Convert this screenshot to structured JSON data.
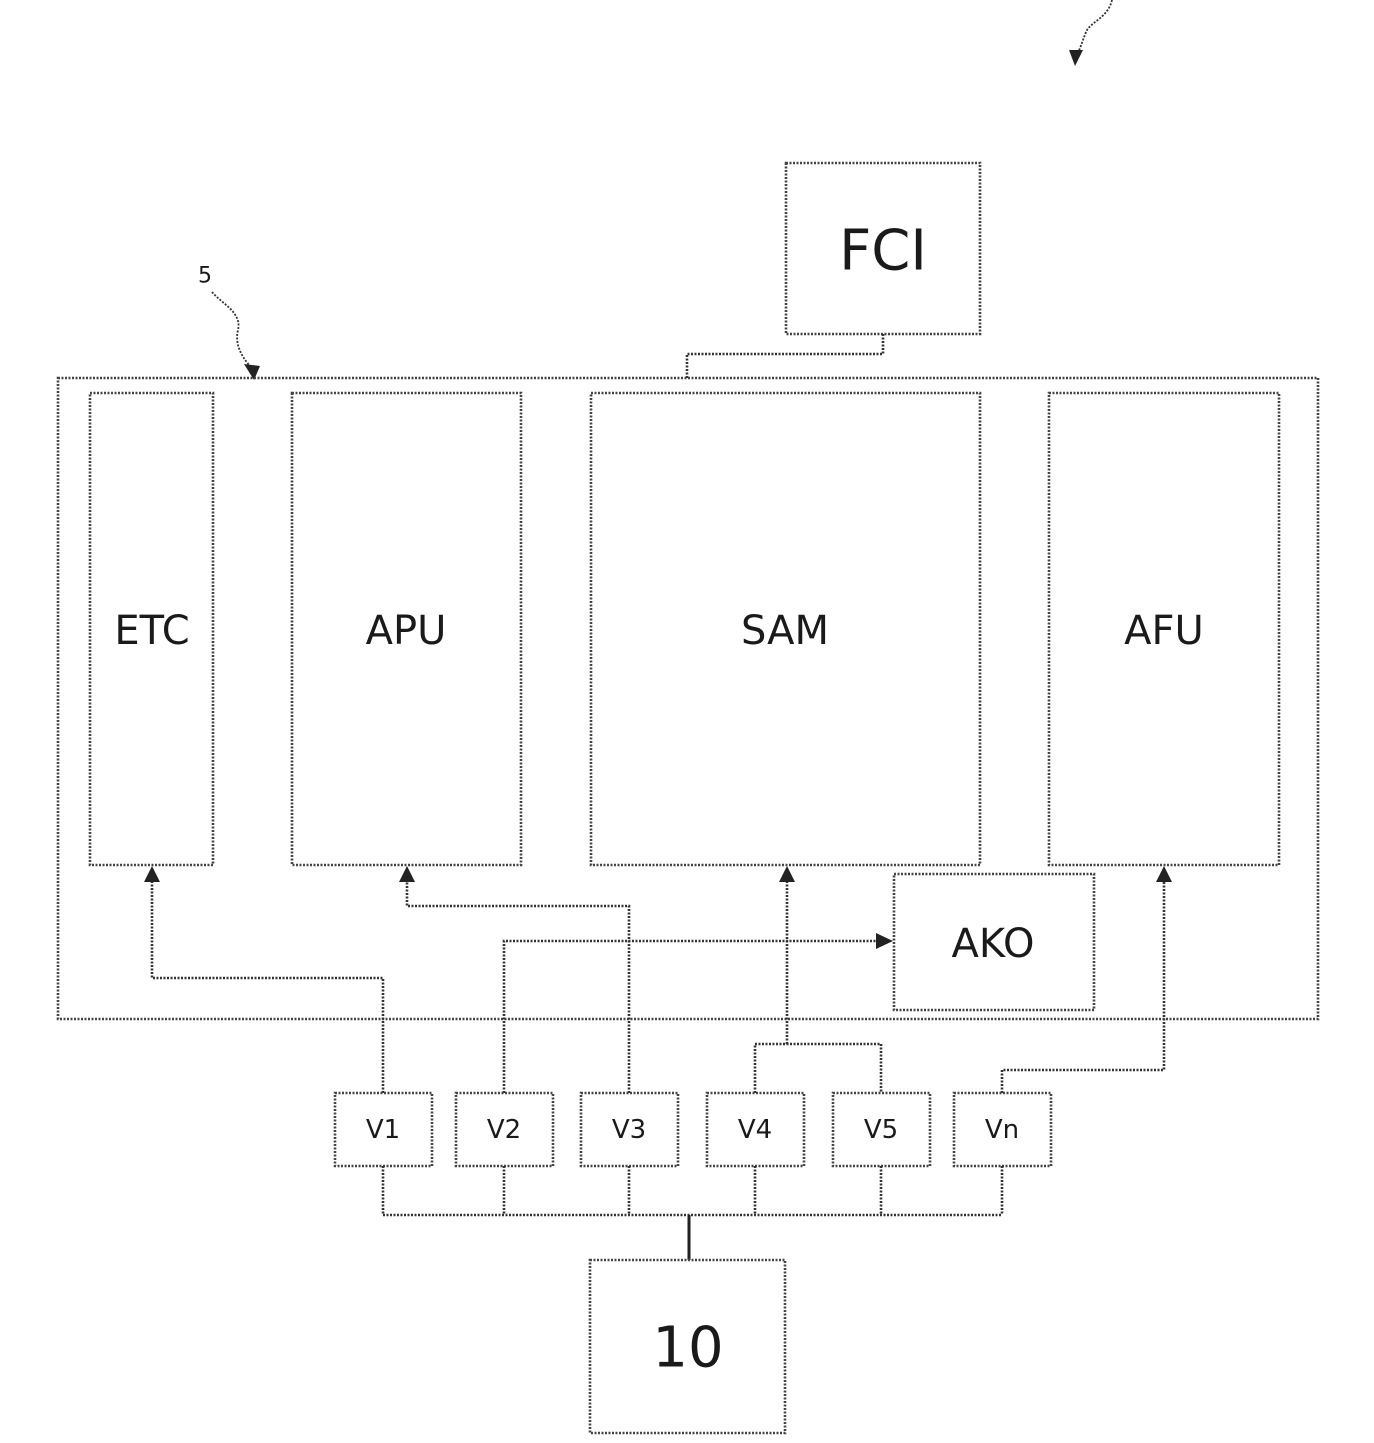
{
  "labels": {
    "fci": "FCI",
    "etc": "ETC",
    "apu": "APU",
    "sam": "SAM",
    "afu": "AFU",
    "ako": "AKO",
    "v1": "V1",
    "v2": "V2",
    "v3": "V3",
    "v4": "V4",
    "v5": "V5",
    "vn": "Vn",
    "source": "10",
    "ref_5": "5"
  }
}
